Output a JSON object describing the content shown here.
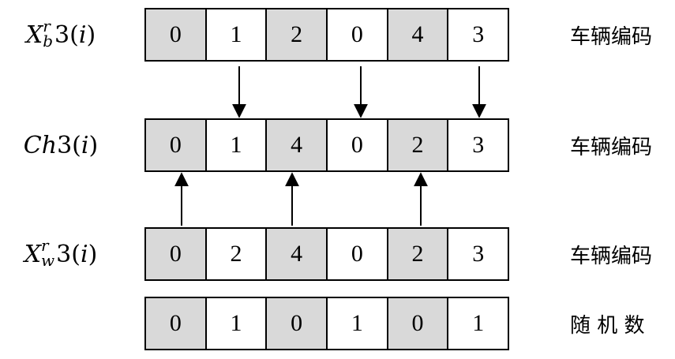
{
  "rows": [
    {
      "label_main": "X",
      "label_sup": "r",
      "label_sub": "b",
      "label_num": "3",
      "label_open": "(",
      "label_var": "i",
      "label_close": ")",
      "cells": [
        "0",
        "1",
        "2",
        "0",
        "4",
        "3"
      ],
      "right_label": "车辆编码"
    },
    {
      "label_main": "Ch",
      "label_num": "3",
      "label_open": "(",
      "label_var": "i",
      "label_close": ")",
      "cells": [
        "0",
        "1",
        "4",
        "0",
        "2",
        "3"
      ],
      "right_label": "车辆编码"
    },
    {
      "label_main": "X",
      "label_sup": "r",
      "label_sub": "w",
      "label_num": "3",
      "label_open": "(",
      "label_var": "i",
      "label_close": ")",
      "cells": [
        "0",
        "2",
        "4",
        "0",
        "2",
        "3"
      ],
      "right_label": "车辆编码"
    },
    {
      "cells": [
        "0",
        "1",
        "0",
        "1",
        "0",
        "1"
      ],
      "right_label": "随 机 数"
    }
  ],
  "shaded_columns": [
    0,
    2,
    4
  ],
  "arrows_down_columns": [
    1,
    3,
    5
  ],
  "arrows_up_columns": [
    0,
    2,
    4
  ],
  "colors": {
    "shade": "#d9d9d9",
    "line": "#000000",
    "background": "#ffffff"
  }
}
